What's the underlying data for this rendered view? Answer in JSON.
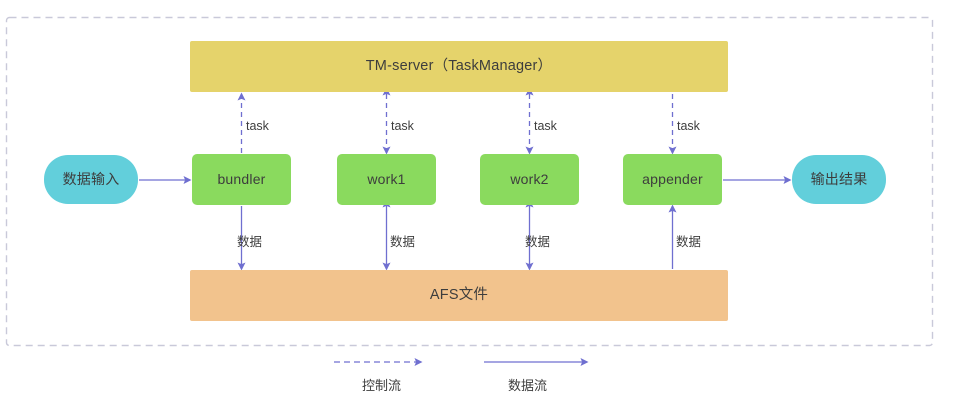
{
  "diagram": {
    "container": {
      "border_style": "dashed",
      "border_color": "#c9c9d9"
    },
    "colors": {
      "tm_server_fill": "#e5d36b",
      "process_fill": "#8ada5e",
      "afs_fill": "#f2c38d",
      "terminal_fill": "#62cfdb",
      "arrow": "#6f6fd0",
      "text": "#3d3d3d"
    },
    "bars": {
      "tm_server": "TM-server（TaskManager）",
      "afs": "AFS文件"
    },
    "terminals": {
      "input": "数据输入",
      "output": "输出结果"
    },
    "processes": [
      {
        "id": "bundler",
        "label": "bundler"
      },
      {
        "id": "work1",
        "label": "work1"
      },
      {
        "id": "work2",
        "label": "work2"
      },
      {
        "id": "appender",
        "label": "appender"
      }
    ],
    "control_edges": [
      {
        "from": "bundler",
        "to": "tm_server",
        "label": "task",
        "direction": "up"
      },
      {
        "from": "tm_server",
        "to": "work1",
        "label": "task",
        "direction": "both"
      },
      {
        "from": "tm_server",
        "to": "work2",
        "label": "task",
        "direction": "both"
      },
      {
        "from": "tm_server",
        "to": "appender",
        "label": "task",
        "direction": "down"
      }
    ],
    "data_edges": [
      {
        "from": "bundler",
        "to": "afs",
        "label": "数据",
        "direction": "down"
      },
      {
        "from": "work1",
        "to": "afs",
        "label": "数据",
        "direction": "both"
      },
      {
        "from": "work2",
        "to": "afs",
        "label": "数据",
        "direction": "both"
      },
      {
        "from": "afs",
        "to": "appender",
        "label": "数据",
        "direction": "up"
      },
      {
        "from": "input",
        "to": "bundler",
        "label": "",
        "direction": "right"
      },
      {
        "from": "appender",
        "to": "output",
        "label": "",
        "direction": "right"
      }
    ],
    "legend": [
      {
        "id": "control-flow",
        "label": "控制流",
        "style": "dashed"
      },
      {
        "id": "data-flow",
        "label": "数据流",
        "style": "solid"
      }
    ]
  }
}
